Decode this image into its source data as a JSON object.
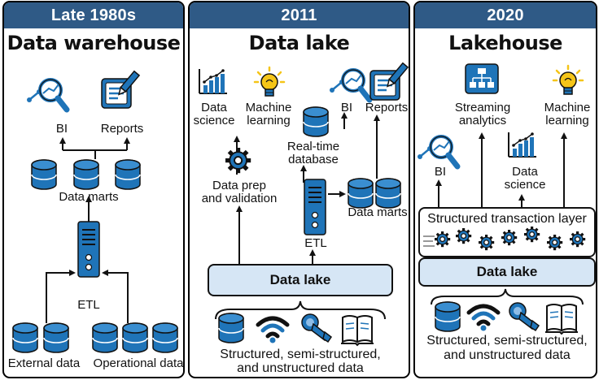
{
  "panels": [
    {
      "header": "Late 1980s",
      "title": "Data warehouse",
      "labels": {
        "bi": "BI",
        "reports": "Reports",
        "data_marts": "Data marts",
        "etl": "ETL",
        "external": "External data",
        "operational": "Operational data"
      }
    },
    {
      "header": "2011",
      "title": "Data lake",
      "labels": {
        "data_science_1": "Data",
        "data_science_2": "science",
        "ml_1": "Machine",
        "ml_2": "learning",
        "bi": "BI",
        "reports": "Reports",
        "realtime_1": "Real-time",
        "realtime_2": "database",
        "prep_1": "Data prep",
        "prep_2": "and validation",
        "etl": "ETL",
        "data_marts": "Data marts",
        "lake": "Data lake",
        "sources_1": "Structured, semi-structured,",
        "sources_2": "and unstructured data"
      }
    },
    {
      "header": "2020",
      "title": "Lakehouse",
      "labels": {
        "streaming_1": "Streaming",
        "streaming_2": "analytics",
        "ml_1": "Machine",
        "ml_2": "learning",
        "bi": "BI",
        "data_science_1": "Data",
        "data_science_2": "science",
        "transaction_layer": "Structured transaction layer",
        "lake": "Data lake",
        "sources_1": "Structured, semi-structured,",
        "sources_2": "and unstructured data"
      }
    }
  ],
  "colors": {
    "header_bg": "#2f5a86",
    "icon_blue": "#1f74b8",
    "bar_bg": "#d6e6f5",
    "bulb": "#f5c518",
    "black": "#111111"
  }
}
